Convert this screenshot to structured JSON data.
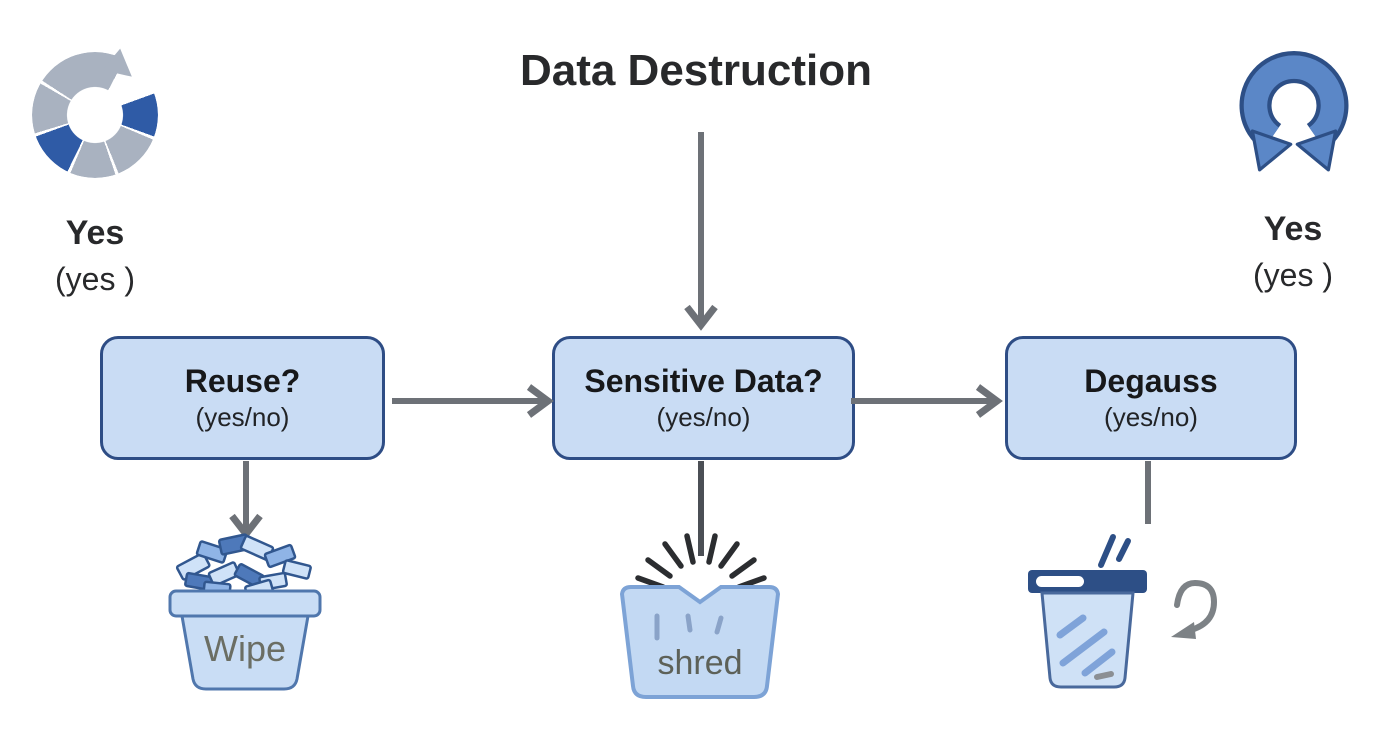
{
  "title": "Data Destruction",
  "legend_left": {
    "icon": "segmented-cycle-icon",
    "label": "Yes",
    "sublabel": "(yes )"
  },
  "legend_right": {
    "icon": "u-turn-arrows-icon",
    "label": "Yes",
    "sublabel": "(yes )"
  },
  "nodes": [
    {
      "id": "reuse",
      "label": "Reuse?",
      "sublabel": "(yes/no)"
    },
    {
      "id": "sensitive",
      "label": "Sensitive Data?",
      "sublabel": "(yes/no)"
    },
    {
      "id": "degauss",
      "label": "Degauss",
      "sublabel": "(yes/no)"
    }
  ],
  "outputs": {
    "wipe": {
      "icon": "wipe-bin-icon",
      "label": "Wipe"
    },
    "shred": {
      "icon": "shred-bin-icon",
      "label": "shred"
    },
    "trash": {
      "icon": "trash-can-icon",
      "label": ""
    }
  },
  "colors": {
    "background": "#ffffff",
    "text_dark": "#28292b",
    "node_fill": "#c9dcf4",
    "node_border": "#2e4d85",
    "connector_gray": "#6d7177",
    "ring_light": "#a9b2c0",
    "ring_blue": "#2f5ba6",
    "arrow_blue_fill": "#5b87c7",
    "arrow_blue_border": "#2d4f86",
    "bin_fill": "#c3d9f3",
    "bin_border": "#7da3d6",
    "label_gray": "#6b6e64"
  }
}
